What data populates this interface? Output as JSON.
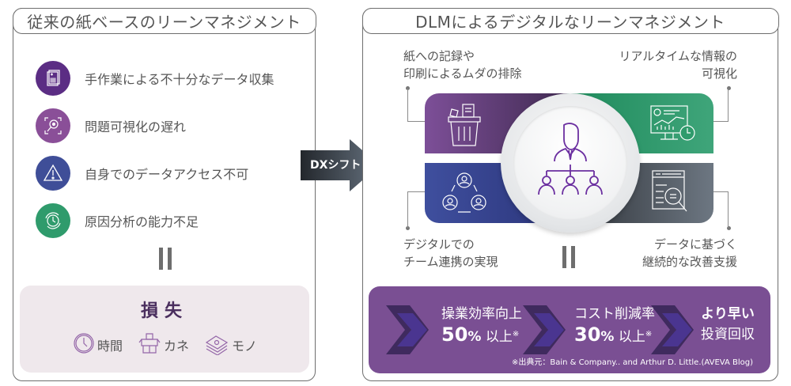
{
  "left_panel": {
    "title": "従来の紙ベースのリーンマネジメント",
    "issues": [
      {
        "label": "手作業による不十分なデータ収集",
        "icon": "documents-icon",
        "color": "#5b2d84"
      },
      {
        "label": "問題可視化の遅れ",
        "icon": "eye-magnifier-icon",
        "color": "#8a4f98"
      },
      {
        "label": "自身でのデータアクセス不可",
        "icon": "warning-icon",
        "color": "#3f4e98"
      },
      {
        "label": "原因分析の能力不足",
        "icon": "clock-cycle-icon",
        "color": "#2f9b6c"
      }
    ],
    "equals": "||",
    "loss": {
      "title": "損失",
      "items": [
        {
          "label": "時間",
          "icon": "clock-icon"
        },
        {
          "label": "カネ",
          "icon": "boxes-icon"
        },
        {
          "label": "モノ",
          "icon": "money-stack-icon"
        }
      ]
    }
  },
  "arrow": {
    "label": "DXシフト"
  },
  "right_panel": {
    "title": "DLMによるデジタルなリーンマネジメント",
    "corners": {
      "top_left": [
        "紙への記録や",
        "印刷によるムダの排除"
      ],
      "top_right": [
        "リアルタイムな情報の",
        "可視化"
      ],
      "bottom_left": [
        "デジタルでの",
        "チーム連携の実現"
      ],
      "bottom_right": [
        "データに基づく",
        "継続的な改善支援"
      ]
    },
    "tiles": [
      {
        "name": "trash-documents-icon",
        "color_from": "#7d4f98",
        "color_to": "#3f2a50"
      },
      {
        "name": "monitor-chart-icon",
        "color_from": "#1f8a5c",
        "color_to": "#3fa57a"
      },
      {
        "name": "team-cycle-icon",
        "color_from": "#3a4a9a",
        "color_to": "#2a3378"
      },
      {
        "name": "document-search-icon",
        "color_from": "#2e3238",
        "color_to": "#6d7782"
      }
    ],
    "center_icon": "org-chart-icon",
    "equals": "||",
    "results": [
      {
        "line1": "操業効率向上",
        "big": "50",
        "pct": "%",
        "suffix": " 以上",
        "mark": "※"
      },
      {
        "line1": "コスト削減率",
        "big": "30",
        "pct": "%",
        "suffix": " 以上",
        "mark": "※"
      },
      {
        "line1": "より早い",
        "line2": "投資回収"
      }
    ],
    "footnote": "※出典元：Bain & Company.. and Arthur D. Little.(AVEVA Blog)",
    "result_bg": "#7a4f93"
  }
}
